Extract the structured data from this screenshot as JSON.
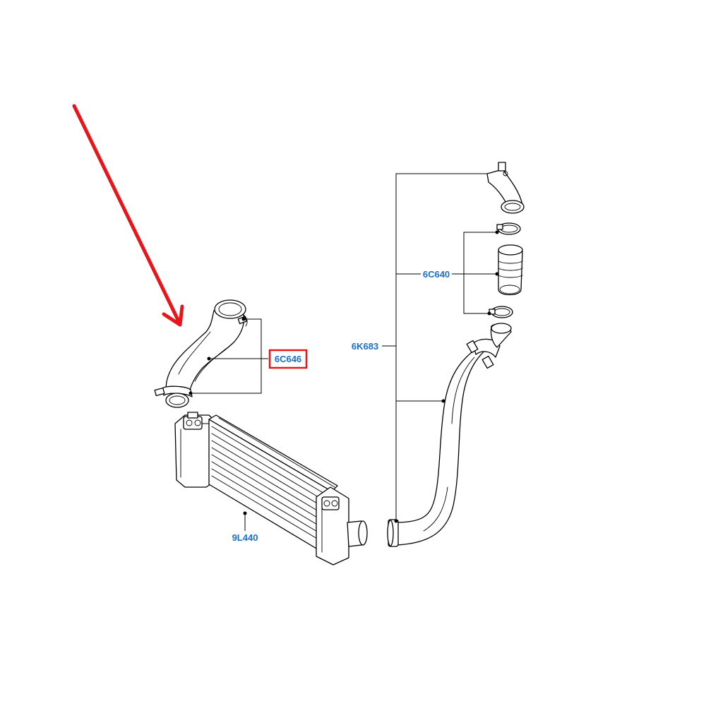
{
  "labels": {
    "hose_upper": "6C646",
    "hose_lower": "6K683",
    "coupler": "6C640",
    "intercooler": "9L440"
  },
  "colors": {
    "label_text": "#1a6fc9",
    "highlight_box": "#e8161b",
    "arrow": "#e8161b",
    "line_art": "#000000"
  },
  "highlighted_part": "6C646"
}
